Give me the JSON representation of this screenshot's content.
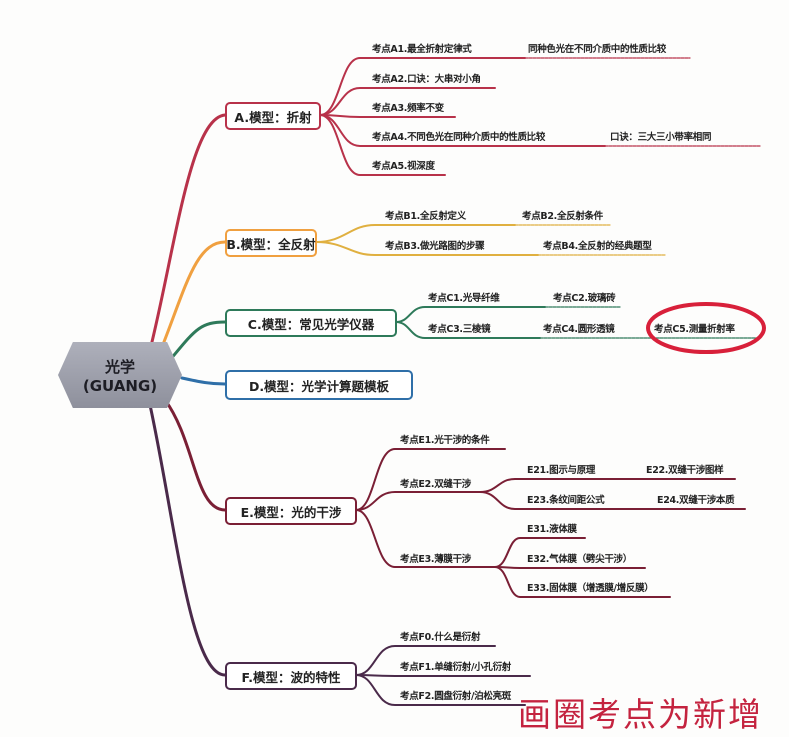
{
  "root": {
    "title": "光学",
    "subtitle": "(GUANG)"
  },
  "colors": {
    "A": "#b8324a",
    "B": "#f0a040",
    "C": "#2e7a5a",
    "D": "#2f6fa8",
    "E": "#7a1f35",
    "F": "#4a2a4a",
    "circle": "#d8203a"
  },
  "branches": {
    "A": {
      "label": "A.模型：折射",
      "items": [
        "考点A1.最全折射定律式",
        "同种色光在不同介质中的性质比较",
        "考点A2.口诀：大串对小角",
        "考点A3.频率不变",
        "考点A4.不同色光在同种介质中的性质比较",
        "口诀：三大三小带率相同",
        "考点A5.视深度"
      ]
    },
    "B": {
      "label": "B.模型：全反射",
      "items": [
        "考点B1.全反射定义",
        "考点B2.全反射条件",
        "考点B3.做光路图的步骤",
        "考点B4.全反射的经典题型"
      ]
    },
    "C": {
      "label": "C.模型：常见光学仪器",
      "items": [
        "考点C1.光导纤维",
        "考点C2.玻璃砖",
        "考点C3.三棱镜",
        "考点C4.圆形透镜",
        "考点C5.测量折射率"
      ]
    },
    "D": {
      "label": "D.模型：光学计算题模板"
    },
    "E": {
      "label": "E.模型：光的干涉",
      "items": [
        "考点E1.光干涉的条件",
        "考点E2.双缝干涉",
        "E21.图示与原理",
        "E22.双缝干涉图样",
        "E23.条纹间距公式",
        "E24.双缝干涉本质",
        "考点E3.薄膜干涉",
        "E31.液体膜",
        "E32.气体膜（劈尖干涉）",
        "E33.固体膜（增透膜/增反膜）"
      ]
    },
    "F": {
      "label": "F.模型：波的特性",
      "items": [
        "考点F0.什么是衍射",
        "考点F1.单缝衍射/小孔衍射",
        "考点F2.圆盘衍射/泊松亮斑"
      ]
    }
  },
  "annotation": "画圈考点为新增"
}
